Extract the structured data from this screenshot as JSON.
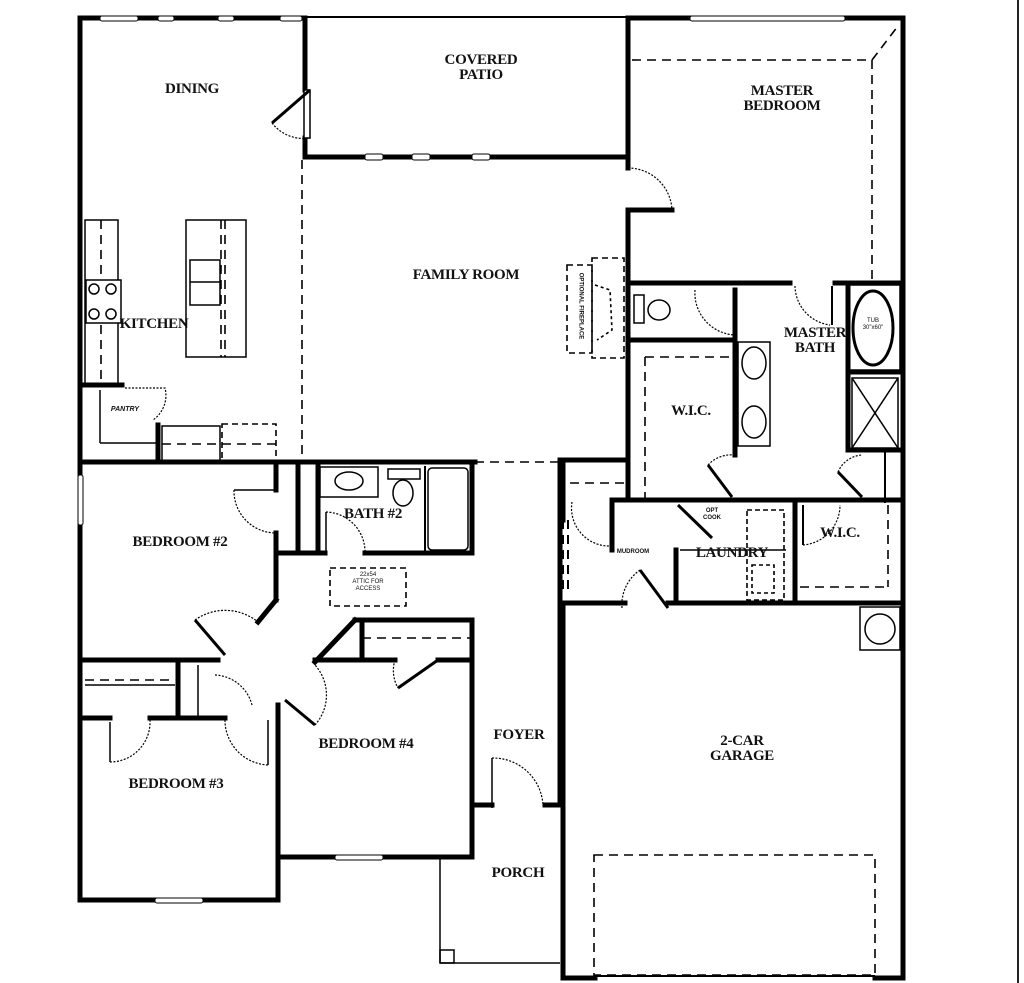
{
  "plan": {
    "rooms": {
      "dining": {
        "line1": "DINING"
      },
      "covered_patio": {
        "line1": "COVERED",
        "line2": "PATIO"
      },
      "master_bedroom": {
        "line1": "MASTER",
        "line2": "BEDROOM"
      },
      "family_room": {
        "line1": "FAMILY ROOM"
      },
      "kitchen": {
        "line1": "KITCHEN"
      },
      "pantry": {
        "line1": "PANTRY"
      },
      "master_bath": {
        "line1": "MASTER",
        "line2": "BATH"
      },
      "wic_master": {
        "line1": "W.I.C."
      },
      "wic_second": {
        "line1": "W.I.C."
      },
      "bedroom2": {
        "line1": "BEDROOM #2"
      },
      "bath2": {
        "line1": "BATH #2"
      },
      "mudroom": {
        "line1": "MUDROOM"
      },
      "laundry": {
        "line1": "LAUNDRY"
      },
      "bedroom3": {
        "line1": "BEDROOM #3"
      },
      "bedroom4": {
        "line1": "BEDROOM #4"
      },
      "foyer": {
        "line1": "FOYER"
      },
      "porch": {
        "line1": "PORCH"
      },
      "garage": {
        "line1": "2-CAR",
        "line2": "GARAGE"
      }
    },
    "annotations": {
      "fireplace": "OPTIONAL FIREPLACE",
      "tub": {
        "line1": "TUB",
        "line2": "30\"x60\""
      },
      "attic": {
        "line1": "22x54",
        "line2": "ATTIC FOR",
        "line3": "ACCESS"
      },
      "cook": {
        "line1": "OPT",
        "line2": "COOK"
      }
    },
    "colors": {
      "wall": "#000000",
      "background": "#ffffff"
    }
  }
}
